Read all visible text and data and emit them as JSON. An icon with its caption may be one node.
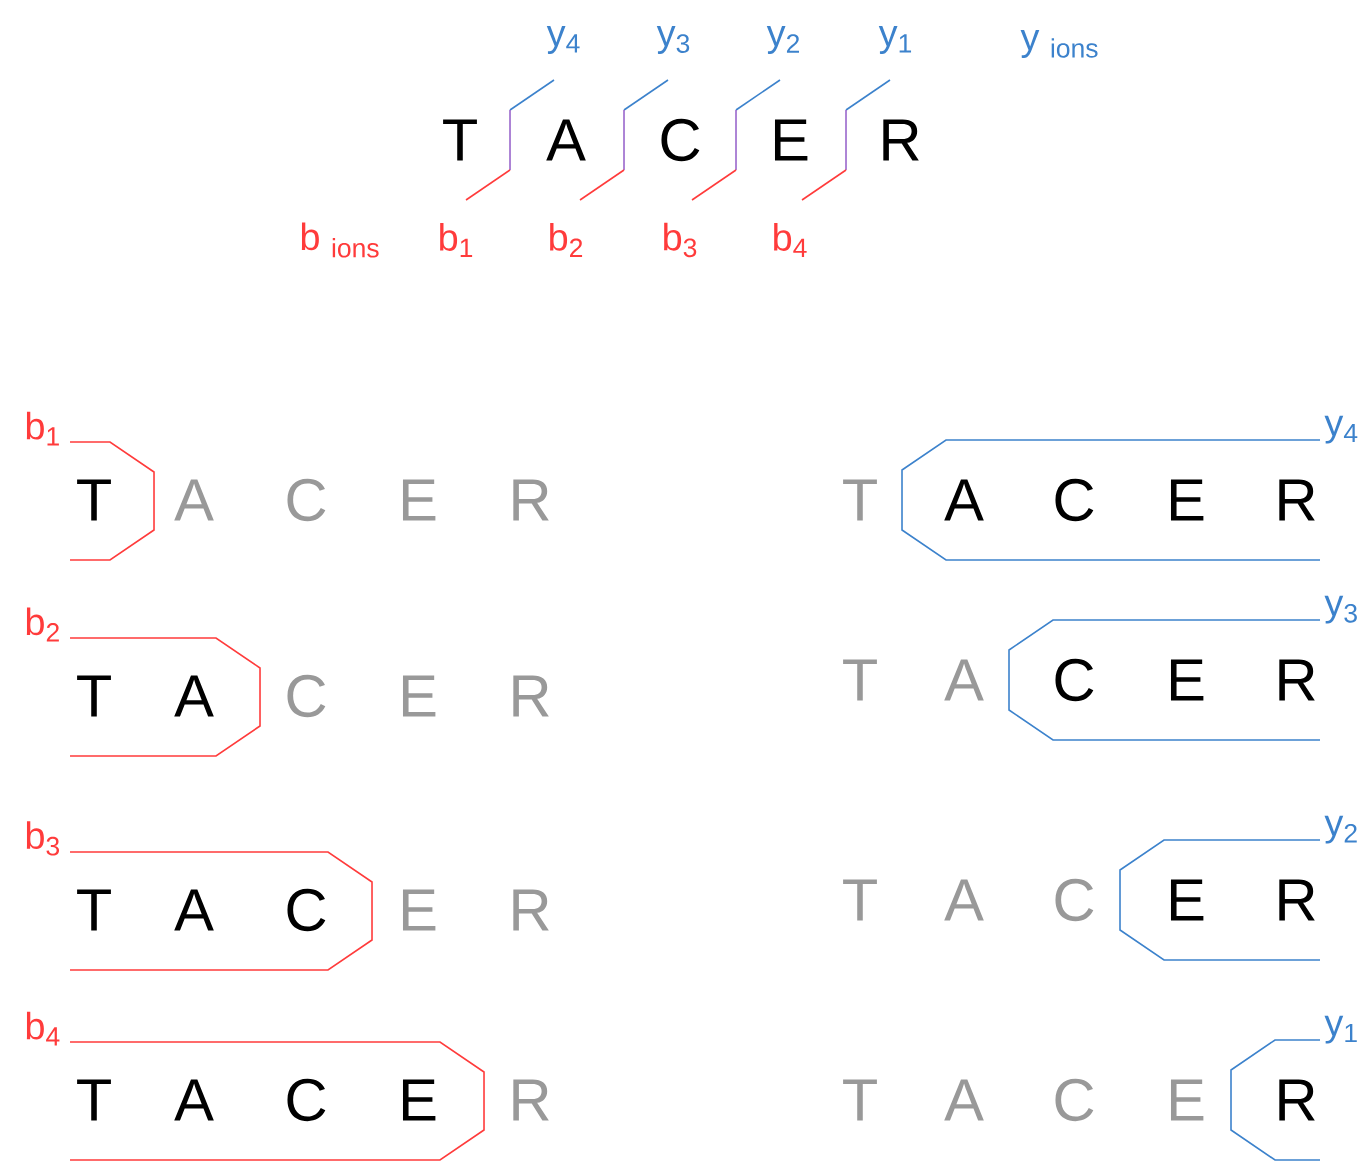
{
  "diagram": {
    "nodes": [
      {
        "text": [
          "b$_{1}$",
          "T"
        ]
      },
      {
        "text": [
          "y$_{4}$",
          "A",
          "C",
          "E",
          "R"
        ]
      },
      {
        "text": [
          "b$_{2}$",
          "T",
          "A"
        ]
      },
      {
        "text": [
          "y$_{3}$",
          "C",
          "E",
          "R"
        ]
      },
      {
        "text": [
          "b$_{3}$",
          "T",
          "A",
          "C"
        ]
      },
      {
        "text": [
          "y$_{2}$",
          "E",
          "R"
        ]
      },
      {
        "text": [
          "b$_{4}$",
          "T",
          "A",
          "C",
          "E"
        ]
      },
      {
        "text": [
          "y$_{1}$",
          "R"
        ]
      }
    ],
    "labels": [
      "y$_{4}$",
      "y$_{3}$",
      "y$_{2}$",
      "y$_{1}$",
      "y $_{ions}$",
      "T",
      "A",
      "C",
      "E",
      "R",
      "b $_{ions}$",
      "b$_{1}$",
      "b$_{2}$",
      "b$_{3}$",
      "b$_{4}$",
      "A",
      "C",
      "E",
      "R",
      "T",
      "C",
      "E",
      "R",
      "T",
      "A",
      "E",
      "R",
      "T",
      "A",
      "C",
      "R",
      "T",
      "A",
      "C",
      "E"
    ]
  }
}
